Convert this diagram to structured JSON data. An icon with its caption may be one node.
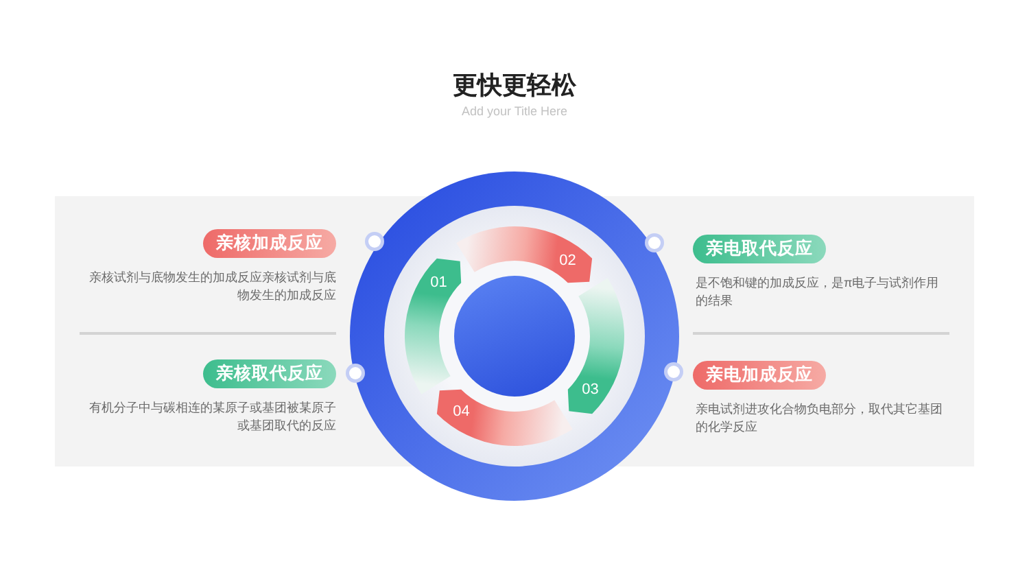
{
  "diagram": {
    "title": "更快更轻松",
    "nodes": [
      {
        "text": [
          "亲核加成反应"
        ],
        "beside": [
          "亲核试剂与底物发生的加成反应亲核试剂与底物发生的加成反应"
        ]
      },
      {
        "text": [
          "亲核取代反应"
        ],
        "beside": [
          "有机分子中与碳相连的某原子或基团被某原子或基团取代的反应"
        ]
      },
      {
        "text": [
          "01"
        ]
      },
      {
        "text": [
          "02"
        ]
      },
      {
        "text": [
          "03"
        ]
      },
      {
        "text": [
          "04"
        ]
      },
      {
        "text": [],
        "shape": "circle"
      },
      {
        "text": [
          "亲电取代反应"
        ],
        "beside": [
          "是不饱和键的加成反应，是π电子与试剂作用的结果"
        ]
      },
      {
        "text": [
          "亲电加成反应"
        ],
        "beside": [
          "亲电试剂进攻化合物负电部分，取代其它基团的化学反应"
        ]
      }
    ],
    "labels": [
      "Add your Title Here"
    ]
  }
}
